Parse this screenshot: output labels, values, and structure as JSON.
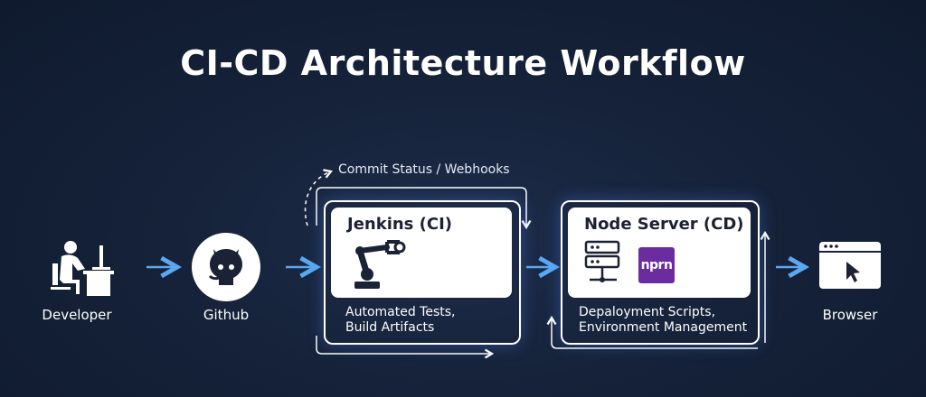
{
  "title": "CI-CD Architecture Workflow",
  "nodes": {
    "developer": "Developer",
    "github": "Github",
    "browser": "Browser"
  },
  "jenkins": {
    "title": "Jenkins (CI)",
    "desc_line1": "Automated Tests,",
    "desc_line2": "Build Artifacts"
  },
  "node_server": {
    "title": "Node Server (CD)",
    "desc_line1": "Depaloyment Scripts,",
    "desc_line2": "Environment Management",
    "badge": "nprn"
  },
  "webhook_label": "Commit Status / Webhooks",
  "colors": {
    "background": "#152239",
    "arrow": "#5aa8f0",
    "npm_badge": "#6a2c9e"
  },
  "icons": [
    "developer-desk-icon",
    "github-icon",
    "robot-arm-icon",
    "server-rack-icon",
    "browser-window-icon"
  ]
}
